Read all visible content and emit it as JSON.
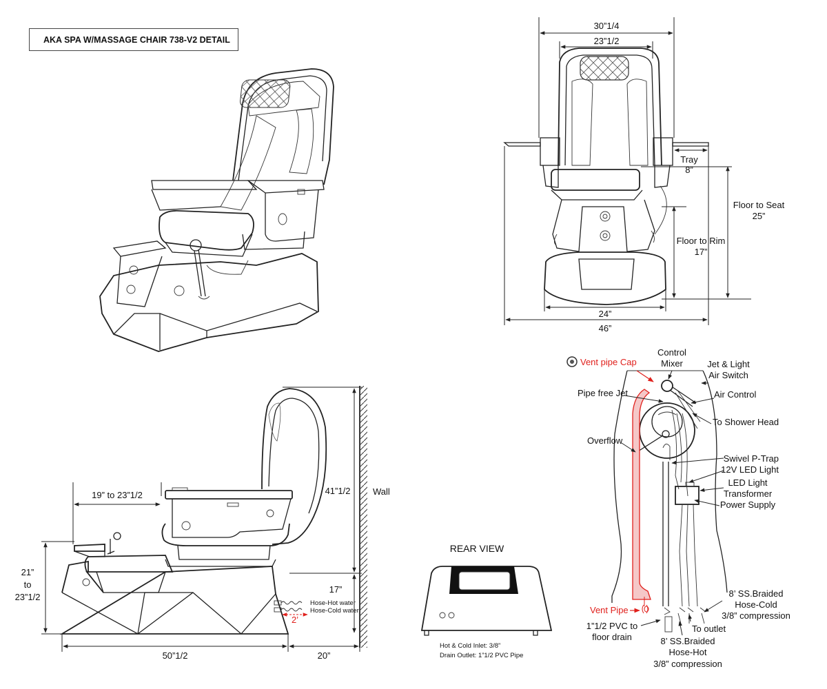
{
  "title": "AKA SPA W/MASSAGE CHAIR 738-V2 DETAIL",
  "front_view": {
    "dim_outer_top": "30”1/4",
    "dim_inner_top": "23”1/2",
    "tray_label": "Tray",
    "tray_value": "8”",
    "floor_to_seat_label": "Floor to Seat",
    "floor_to_seat_value": "25”",
    "floor_to_rim_label": "Floor to Rim",
    "floor_to_rim_value": "17”",
    "base_width": "24”",
    "overall_width": "46”"
  },
  "side_view": {
    "footrest_range": "19” to 23”1/2",
    "height_total": "41”1/2",
    "wall_label": "Wall",
    "footrest_height_a": "21”",
    "footrest_height_b": "to",
    "footrest_height_c": "23”1/2",
    "rim_height": "17”",
    "hose_hot": "Hose-Hot water",
    "hose_cold": "Hose-Cold water",
    "hose_gap": "2’",
    "length": "50”1/2",
    "wall_gap": "20”"
  },
  "rear_view": {
    "title": "REAR VIEW",
    "inlet_note": "Hot & Cold Inlet: 3/8”",
    "drain_note": "Drain Outlet: 1”1/2 PVC Pipe"
  },
  "plumbing": {
    "vent_cap": "Vent pipe Cap",
    "control_mixer_a": "Control",
    "control_mixer_b": "Mixer",
    "jet_light_a": "Jet & Light",
    "jet_light_b": "Air Switch",
    "pipe_free_jet": "Pipe free Jet",
    "air_control": "Air Control",
    "shower_head": "To Shower Head",
    "overflow": "Overflow",
    "ptrap": "Swivel P-Trap",
    "led": "12V LED Light",
    "transformer_a": "LED Light",
    "transformer_b": "Transformer",
    "power": "Power Supply",
    "vent_pipe": "Vent Pipe",
    "pvc_a": "1”1/2 PVC to",
    "pvc_b": "floor drain",
    "to_outlet": "To outlet",
    "hot_a": "8’ SS.Braided",
    "hot_b": "Hose-Hot",
    "hot_c": "3/8” compression",
    "cold_a": "8’ SS.Braided",
    "cold_b": "Hose-Cold",
    "cold_c": "3/8” compression"
  },
  "colors": {
    "accent_red": "#e0201c",
    "vent_fill": "#f5c7c7",
    "line": "#222222"
  }
}
